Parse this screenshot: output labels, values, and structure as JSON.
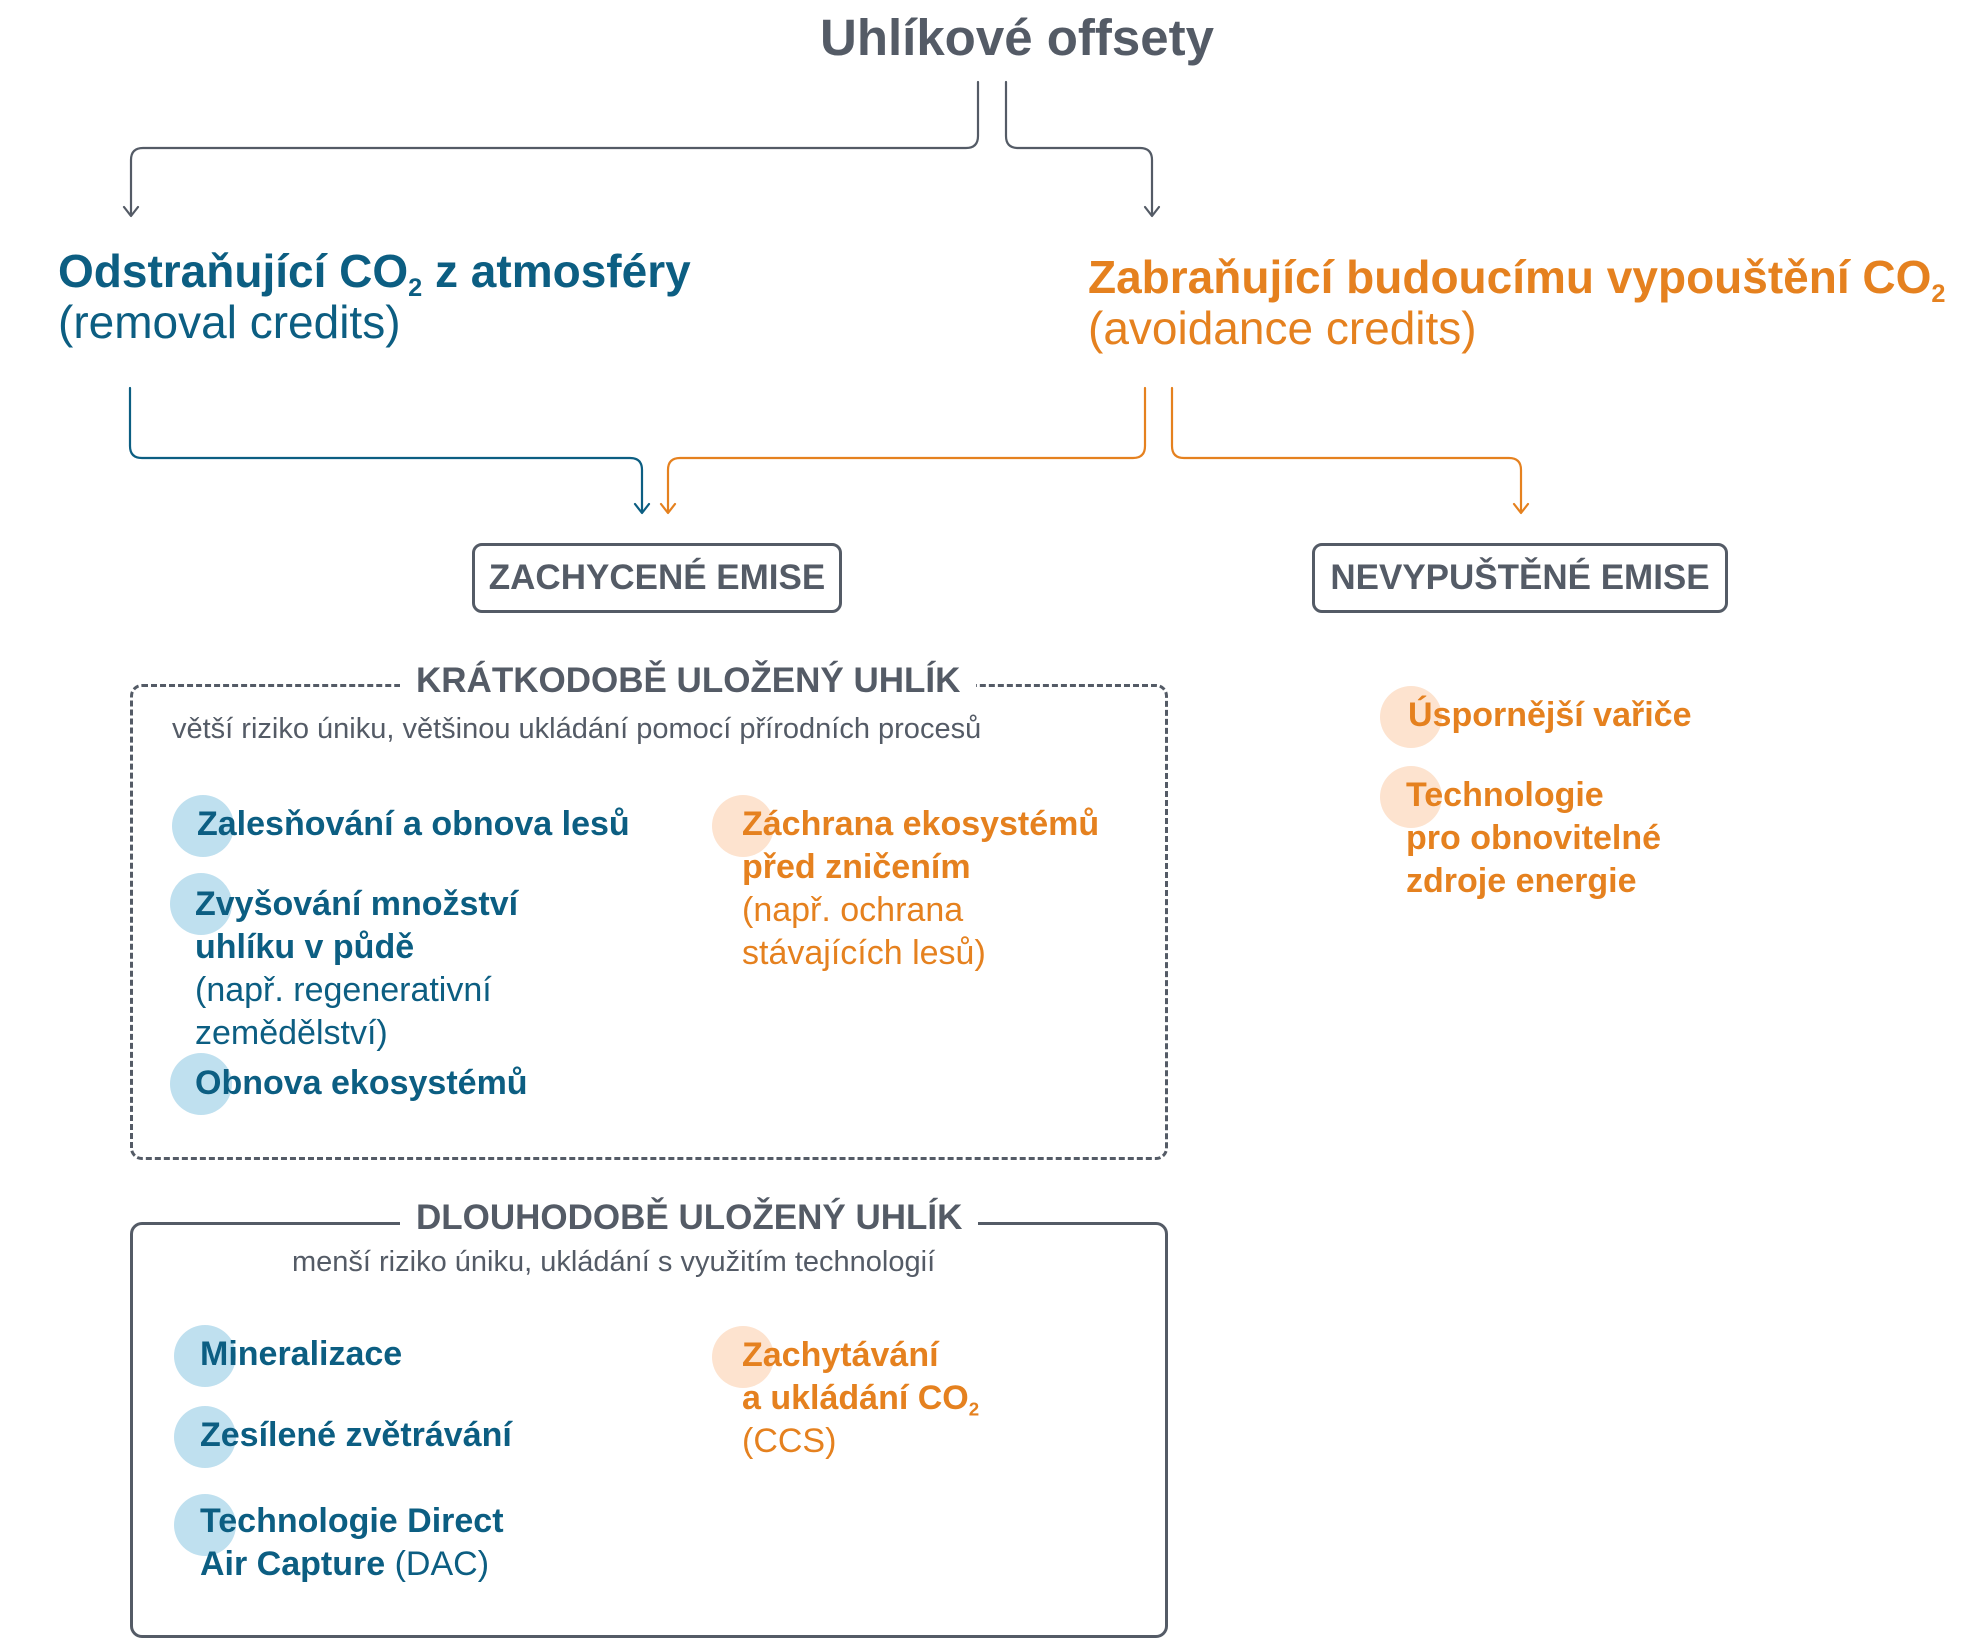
{
  "title": "Uhlíkové offsety",
  "removal": {
    "heading": "Odstraňující CO",
    "heading_sub": "2",
    "heading_tail": " z atmosféry",
    "subtitle": "(removal credits)"
  },
  "avoidance": {
    "heading": "Zabraňující budoucímu vypouštění CO",
    "heading_sub": "2",
    "subtitle": "(avoidance credits)"
  },
  "boxes": {
    "captured": "ZACHYCENÉ EMISE",
    "avoided": "NEVYPUŠTĚNÉ EMISE"
  },
  "short_term": {
    "title": "KRÁTKODOBĚ ULOŽENÝ UHLÍK",
    "subtitle": "větší riziko úniku, většinou ukládání pomocí přírodních procesů",
    "items": [
      {
        "bold": "Zalesňování a obnova lesů"
      },
      {
        "bold1": "Zvyšování množství",
        "bold2": "uhlíku v půdě",
        "light1": "(např. regenerativní",
        "light2": "zemědělství)"
      },
      {
        "bold": "Obnova ekosystémů"
      },
      {
        "bold1": "Záchrana ekosystémů",
        "bold2": "před zničením",
        "light1": "(např. ochrana",
        "light2": "stávajících lesů)"
      }
    ]
  },
  "long_term": {
    "title": "DLOUHODOBĚ ULOŽENÝ UHLÍK",
    "subtitle": "menší riziko úniku, ukládání s využitím technologií",
    "items": [
      {
        "bold": "Mineralizace"
      },
      {
        "bold": "Zesílené zvětrávání"
      },
      {
        "bold1": "Technologie Direct",
        "bold2": "Air Capture",
        "light": " (DAC)"
      },
      {
        "bold1": "Zachytávání",
        "bold2": "a ukládání CO",
        "sub": "2",
        "light": "(CCS)"
      }
    ]
  },
  "avoided_items": [
    {
      "bold": "Úspornější vařiče"
    },
    {
      "line1": "Technologie",
      "line2": "pro obnovitelné",
      "line3": "zdroje energie"
    }
  ],
  "colors": {
    "gray": "#545b66",
    "blue": "#0c5e82",
    "orange": "#e5811f",
    "blue_dot": "#bfe0ef",
    "orange_dot": "#fde3cf"
  }
}
